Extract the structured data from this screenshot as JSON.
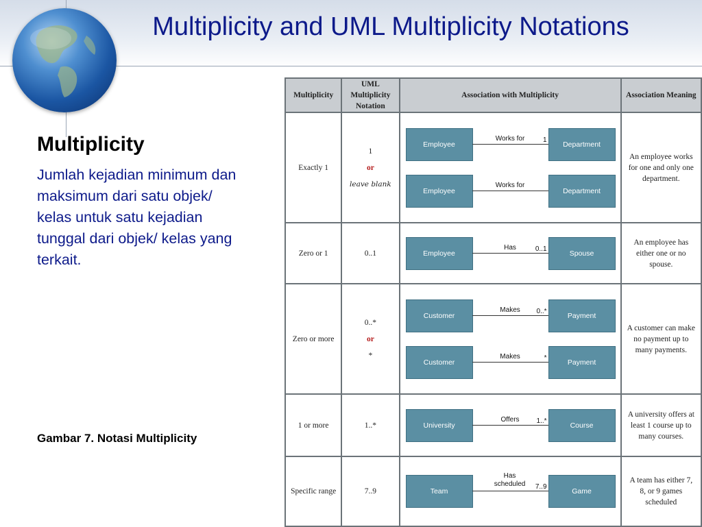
{
  "slide": {
    "title": "Multiplicity and UML Multiplicity Notations",
    "heading": "Multiplicity",
    "body": "Jumlah kejadian minimum dan maksimum dari satu objek/ kelas untuk satu kejadian tunggal dari objek/ kelas yang terkait.",
    "caption": "Gambar 7. Notasi Multiplicity"
  },
  "table": {
    "headers": {
      "multiplicity": "Multiplicity",
      "notation": "UML Multiplicity Notation",
      "association": "Association with Multiplicity",
      "meaning": "Association Meaning"
    },
    "rows": [
      {
        "multiplicity": "Exactly 1",
        "notation": [
          "1",
          "or",
          "leave blank"
        ],
        "diagrams": [
          {
            "left": "Employee",
            "label": "Works for",
            "mult": "1",
            "right": "Department"
          },
          {
            "left": "Employee",
            "label": "Works for",
            "mult": "",
            "right": "Department"
          }
        ],
        "meaning": "An employee works for one and only one department."
      },
      {
        "multiplicity": "Zero or 1",
        "notation": [
          "0..1"
        ],
        "diagrams": [
          {
            "left": "Employee",
            "label": "Has",
            "mult": "0..1",
            "right": "Spouse"
          }
        ],
        "meaning": "An employee has either one or no spouse."
      },
      {
        "multiplicity": "Zero or more",
        "notation": [
          "0..*",
          "or",
          "*"
        ],
        "diagrams": [
          {
            "left": "Customer",
            "label": "Makes",
            "mult": "0..*",
            "right": "Payment"
          },
          {
            "left": "Customer",
            "label": "Makes",
            "mult": "*",
            "right": "Payment"
          }
        ],
        "meaning": "A customer can make no payment up to many payments."
      },
      {
        "multiplicity": "1 or more",
        "notation": [
          "1..*"
        ],
        "diagrams": [
          {
            "left": "University",
            "label": "Offers",
            "mult": "1..*",
            "right": "Course"
          }
        ],
        "meaning": "A university offers at least 1 course up to many courses."
      },
      {
        "multiplicity": "Specific range",
        "notation": [
          "7..9"
        ],
        "diagrams": [
          {
            "left": "Team",
            "label": "Has scheduled",
            "mult": "7..9",
            "right": "Game"
          }
        ],
        "meaning": "A team has either 7, 8, or 9 games scheduled"
      }
    ]
  },
  "colors": {
    "title": "#0d1a8a",
    "body": "#0d1a8a",
    "box_fill": "#5b8fa3",
    "or_text": "#b51e1e",
    "header_fill": "#c9cdd1"
  },
  "icons": {
    "globe": "globe-icon"
  }
}
